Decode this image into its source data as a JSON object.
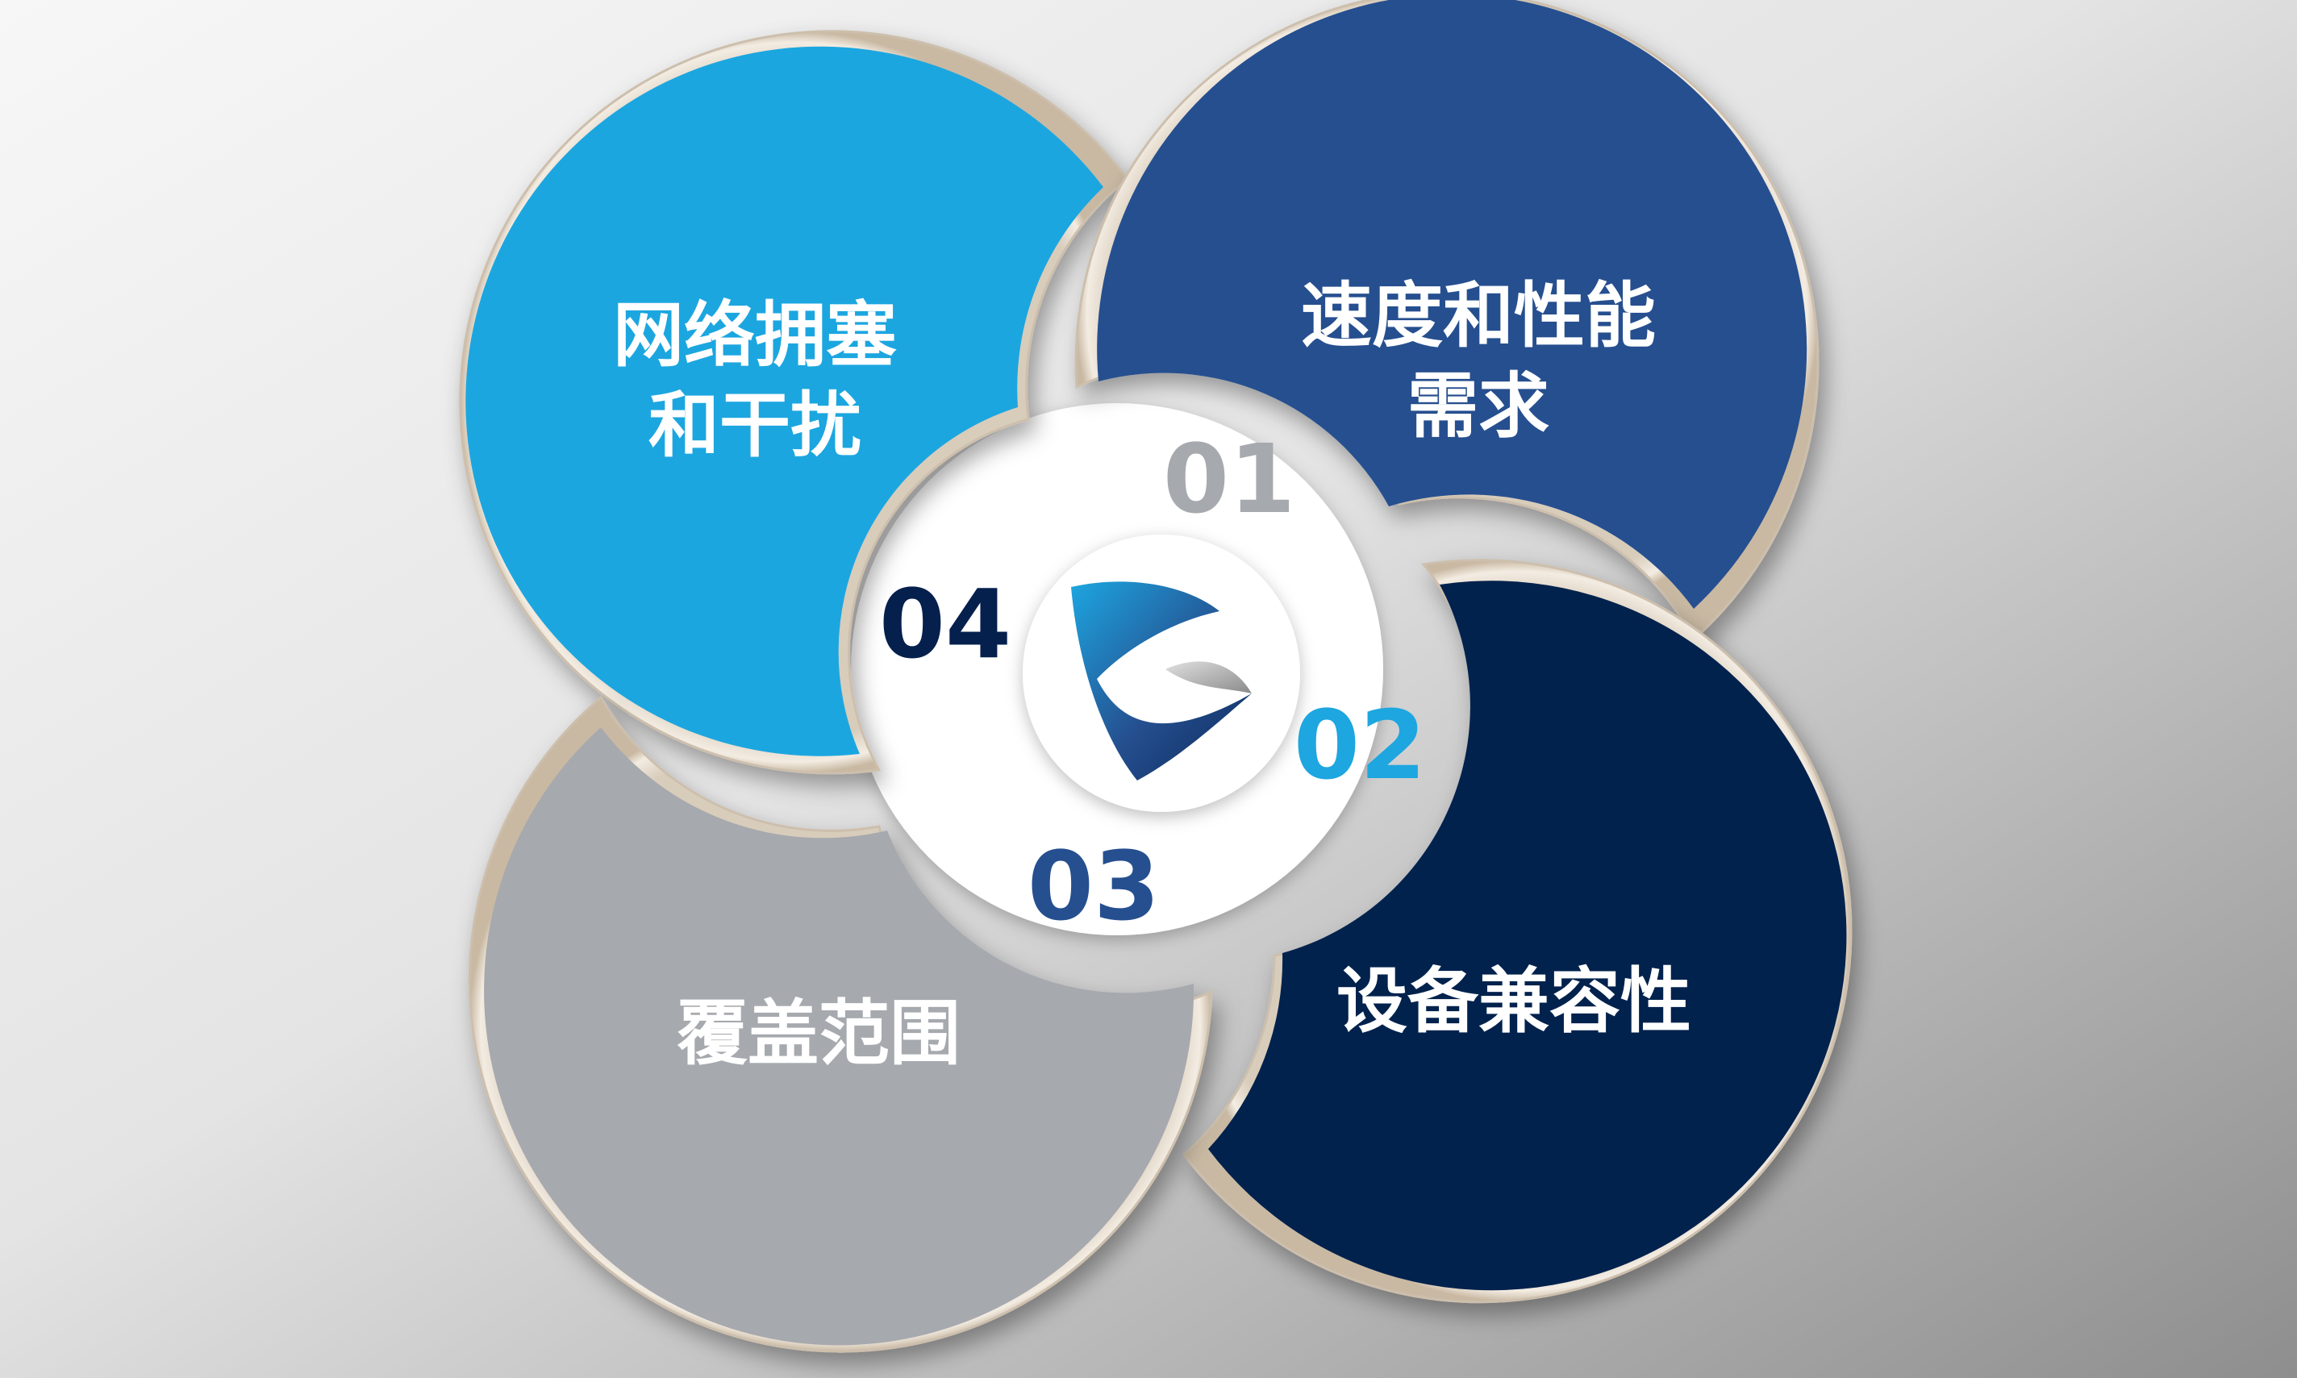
{
  "colors": {
    "petal_01": "#254f8f",
    "petal_02": "#06204d",
    "petal_03": "#a6a9ae",
    "petal_04": "#1da6e0",
    "number_01": "#a6a9ae",
    "number_02": "#1da6e0",
    "number_03": "#254f8f",
    "number_04": "#06204d",
    "rim": "#e6dccf",
    "center_disc": "#ffffff",
    "background_light": "#f2f2f2",
    "background_dark": "#8b8b8b"
  },
  "items": [
    {
      "number": "01",
      "label_lines": [
        "速度和性能",
        "需求"
      ]
    },
    {
      "number": "02",
      "label_lines": [
        "设备兼容性"
      ]
    },
    {
      "number": "03",
      "label_lines": [
        "覆盖范围"
      ]
    },
    {
      "number": "04",
      "label_lines": [
        "网络拥塞",
        "和干扰"
      ]
    }
  ],
  "center_icon": "swoosh-logo-icon"
}
